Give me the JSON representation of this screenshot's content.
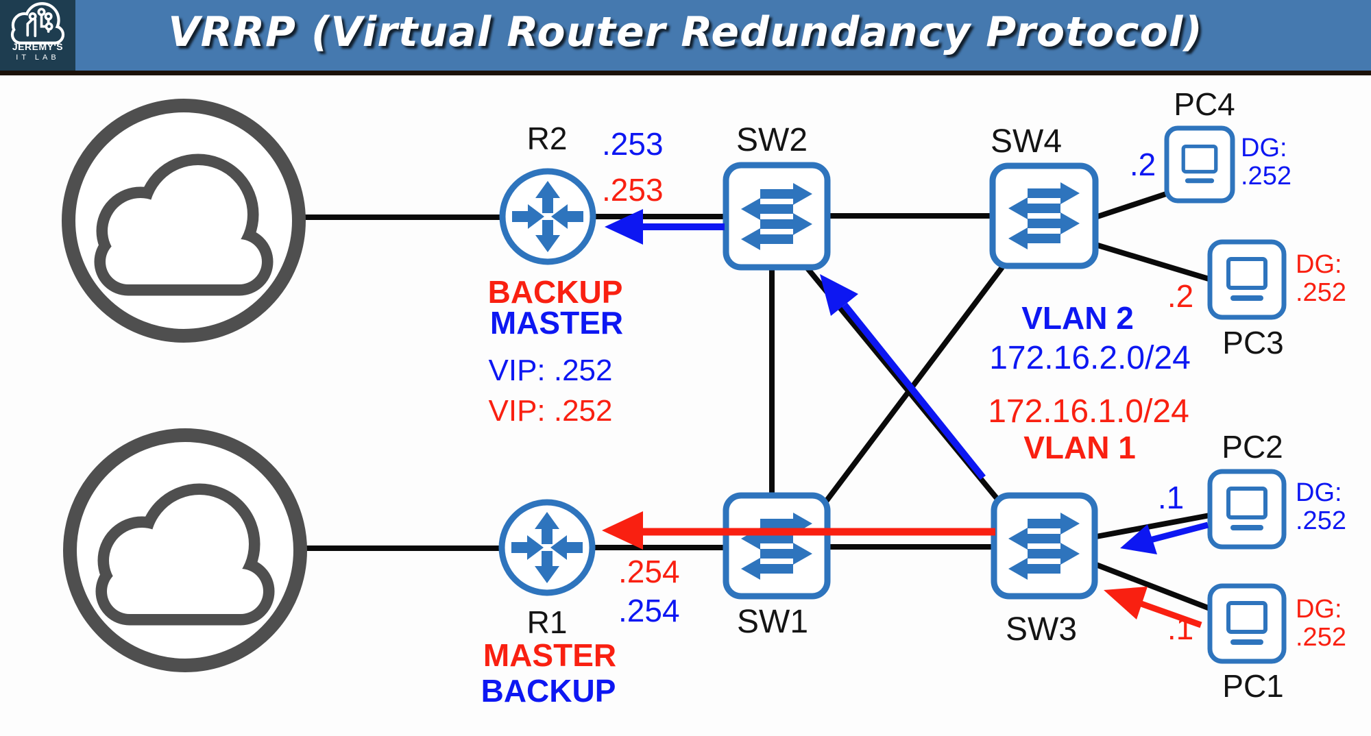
{
  "header": {
    "title": "VRRP (Virtual Router Redundancy Protocol)",
    "logo": {
      "line1": "JEREMY'S",
      "line2": "IT LAB"
    }
  },
  "colors": {
    "banner_blue": "#4579af",
    "logo_bg": "#1e3d50",
    "device_blue": "#2e74bd",
    "blue": "#0d17f2",
    "red": "#f92011",
    "line_black": "#0a0a0a",
    "cloud_gray": "#4f4f4f"
  },
  "icons": {
    "router": "circle-with-cross-arrows",
    "switch": "square-with-dual-arrows",
    "pc": "monitor",
    "internet": "cloud-in-circle",
    "logo": "cloud-circuit"
  },
  "diagram": {
    "routers": {
      "r2": {
        "name": "R2",
        "vlan2_ip": ".253",
        "vlan1_ip": ".253",
        "vlan1_role": "BACKUP",
        "vlan2_role": "MASTER",
        "vlan2_vip": "VIP: .252",
        "vlan1_vip": "VIP: .252"
      },
      "r1": {
        "name": "R1",
        "vlan1_ip": ".254",
        "vlan2_ip": ".254",
        "vlan1_role": "MASTER",
        "vlan2_role": "BACKUP"
      }
    },
    "switches": {
      "sw1": {
        "name": "SW1"
      },
      "sw2": {
        "name": "SW2"
      },
      "sw3": {
        "name": "SW3"
      },
      "sw4": {
        "name": "SW4"
      }
    },
    "pcs": {
      "pc1": {
        "name": "PC1",
        "ip": ".1",
        "dg_label": "DG:",
        "dg_value": ".252"
      },
      "pc2": {
        "name": "PC2",
        "ip": ".1",
        "dg_label": "DG:",
        "dg_value": ".252"
      },
      "pc3": {
        "name": "PC3",
        "ip": ".2",
        "dg_label": "DG:",
        "dg_value": ".252"
      },
      "pc4": {
        "name": "PC4",
        "ip": ".2",
        "dg_label": "DG:",
        "dg_value": ".252"
      }
    },
    "vlans": {
      "vlan2": {
        "label": "VLAN 2",
        "subnet": "172.16.2.0/24"
      },
      "vlan1": {
        "label": "VLAN 1",
        "subnet": "172.16.1.0/24"
      }
    }
  }
}
